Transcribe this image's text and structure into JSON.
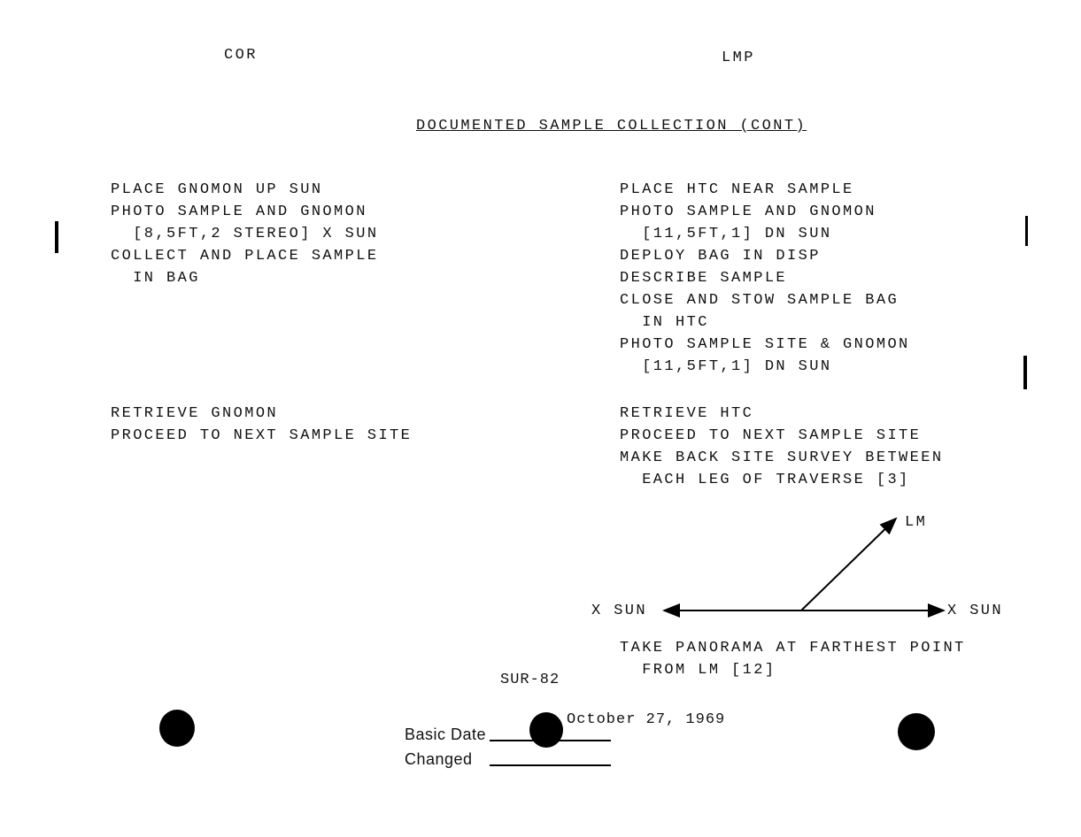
{
  "header": {
    "left_label": "COR",
    "right_label": "LMP",
    "title": "DOCUMENTED SAMPLE COLLECTION (CONT)"
  },
  "cdr_steps": {
    "block1": [
      "PLACE GNOMON UP SUN",
      "PHOTO SAMPLE AND GNOMON",
      "  [8,5FT,2 STEREO] X SUN",
      "COLLECT AND PLACE SAMPLE",
      "  IN BAG"
    ],
    "block2": [
      "RETRIEVE GNOMON",
      "PROCEED TO NEXT SAMPLE SITE"
    ]
  },
  "lmp_steps": {
    "block1": [
      "PLACE HTC NEAR SAMPLE",
      "PHOTO SAMPLE AND GNOMON",
      "  [11,5FT,1] DN SUN",
      "DEPLOY BAG IN DISP",
      "DESCRIBE SAMPLE",
      "CLOSE AND STOW SAMPLE BAG",
      "  IN HTC",
      "PHOTO SAMPLE SITE & GNOMON",
      "  [11,5FT,1] DN SUN"
    ],
    "block2": [
      "RETRIEVE HTC",
      "PROCEED TO NEXT SAMPLE SITE",
      "MAKE BACK SITE SURVEY BETWEEN",
      "  EACH LEG OF TRAVERSE [3]"
    ],
    "block3": [
      "TAKE PANORAMA AT FARTHEST POINT",
      "  FROM LM [12]"
    ]
  },
  "diagram": {
    "lm_label": "LM",
    "left_label": "X SUN",
    "right_label": "X SUN"
  },
  "footer": {
    "page_id": "SUR-82",
    "basic_date_label": "Basic Date",
    "basic_date_value": "October 27, 1969",
    "changed_label": "Changed"
  }
}
